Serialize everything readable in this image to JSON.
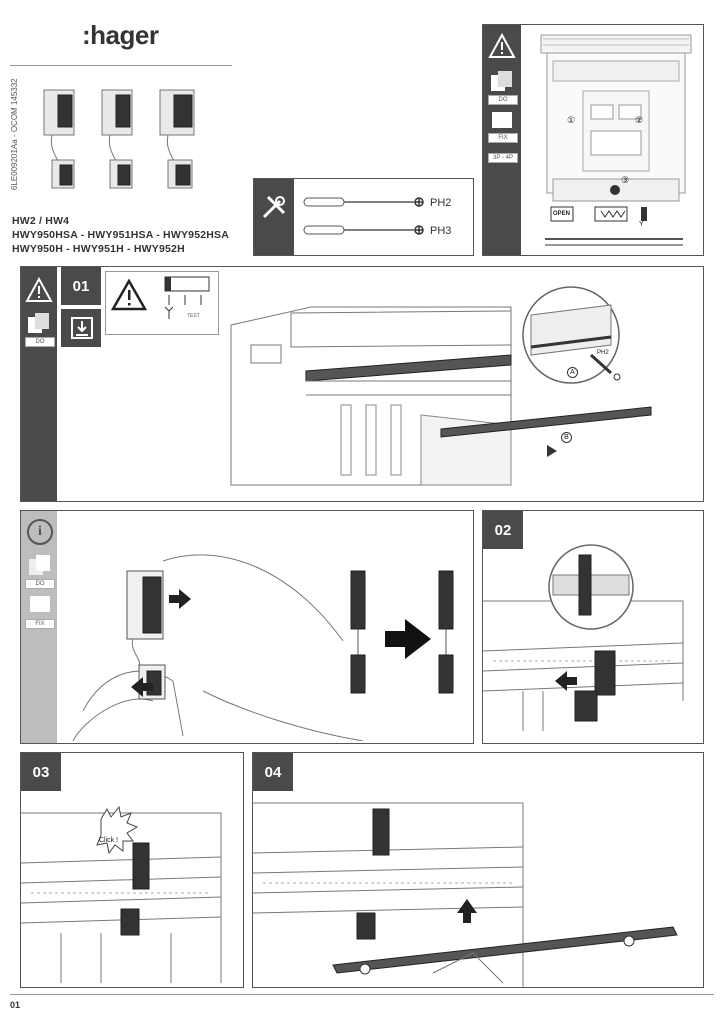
{
  "brand": {
    "logo_text": ":hager"
  },
  "doc": {
    "ref_code": "6LE009201Aa - OCOM 145332",
    "model_line1": "HW2 / HW4",
    "model_line2": "HWY950HSA - HWY951HSA - HWY952HSA",
    "model_line3": "HWY950H - HWY951H - HWY952H",
    "page_number": "01"
  },
  "tools": {
    "ph2": "PH2",
    "ph3": "PH3"
  },
  "tags": {
    "do": "DO",
    "fix": "FIX",
    "poles": "3P - 4P"
  },
  "overview": {
    "open_label": "OPEN",
    "circle1": "①",
    "circle2": "②",
    "circle3": "③",
    "y_label": "Y"
  },
  "step01": {
    "number": "01",
    "test_label": "TEST",
    "ph_label": "PH2",
    "callout_a": "A",
    "callout_b": "B"
  },
  "info": {
    "icon": "i"
  },
  "step02": {
    "number": "02"
  },
  "step03": {
    "number": "03",
    "click_label": "Click !"
  },
  "step04": {
    "number": "04"
  },
  "colors": {
    "dark": "#4a4a4a",
    "line": "#777777"
  }
}
